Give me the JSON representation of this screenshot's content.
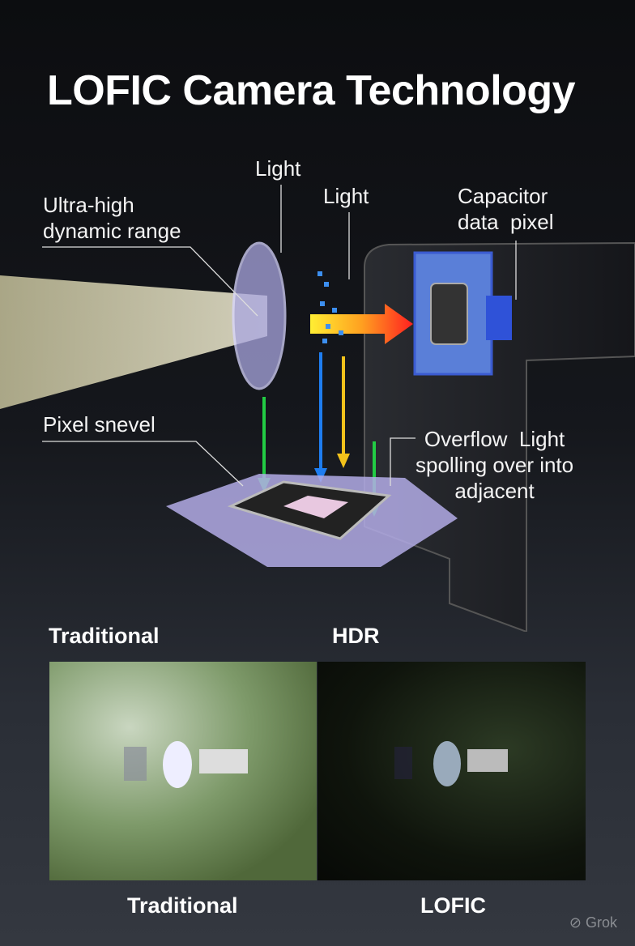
{
  "title": "LOFIC Camera Technology",
  "labels": {
    "light_1": "Light",
    "light_2": "Light",
    "dynamic_range": [
      "Ultra-high",
      "dynamic range"
    ],
    "capacitor": [
      "Capacitor",
      "data  pixel"
    ],
    "pixel": "Pixel snevel",
    "overflow": [
      "Overflow  Light",
      "spolling over into",
      "adjacent"
    ]
  },
  "comparison": {
    "top_left": "Traditional",
    "top_right": "HDR",
    "bottom_left": "Traditional",
    "bottom_right": "LOFIC"
  },
  "watermark": "Grok"
}
